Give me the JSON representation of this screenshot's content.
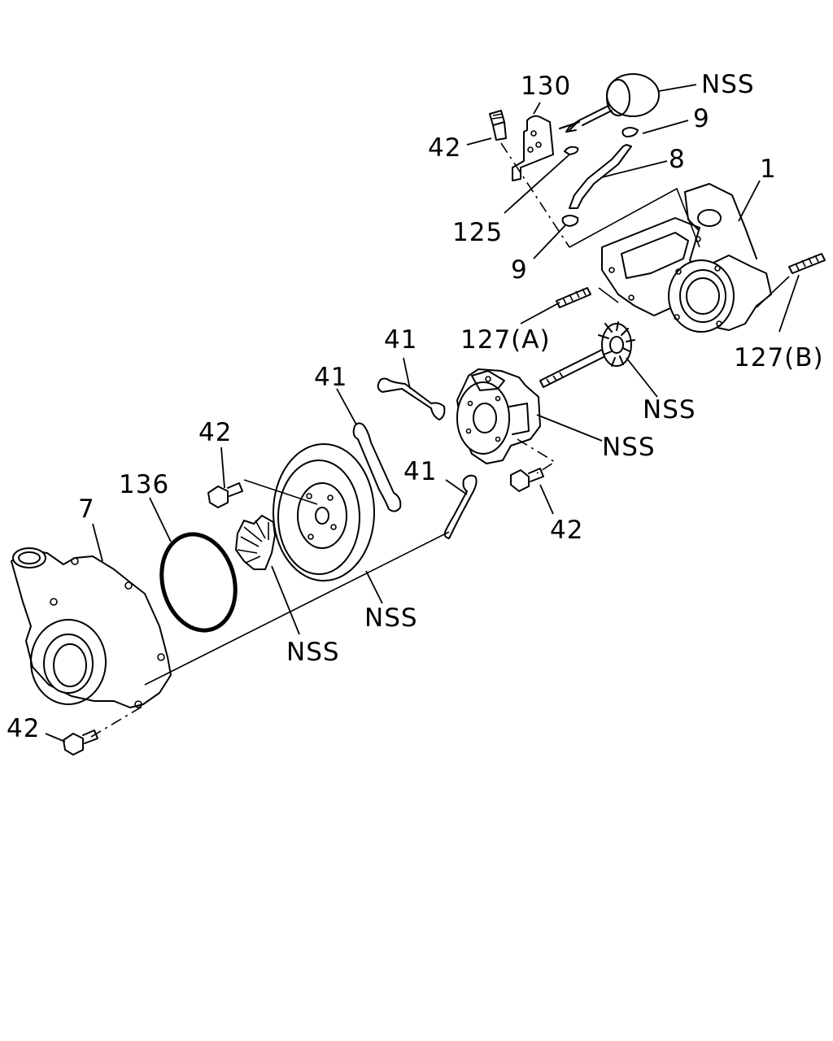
{
  "diagram": {
    "callouts": {
      "nss_actuator": "NSS",
      "p130": "130",
      "p42_top": "42",
      "p9_top": "9",
      "p8": "8",
      "p1": "1",
      "p125": "125",
      "p9_mid": "9",
      "p127a": "127(A)",
      "p127b": "127(B)",
      "p41_top": "41",
      "p41_mid": "41",
      "p41_low": "41",
      "nss_turbine": "NSS",
      "nss_center": "NSS",
      "p42_center": "42",
      "p42_right": "42",
      "p136": "136",
      "p7": "7",
      "nss_backplate": "NSS",
      "nss_compressor": "NSS",
      "p42_bottom": "42"
    }
  }
}
